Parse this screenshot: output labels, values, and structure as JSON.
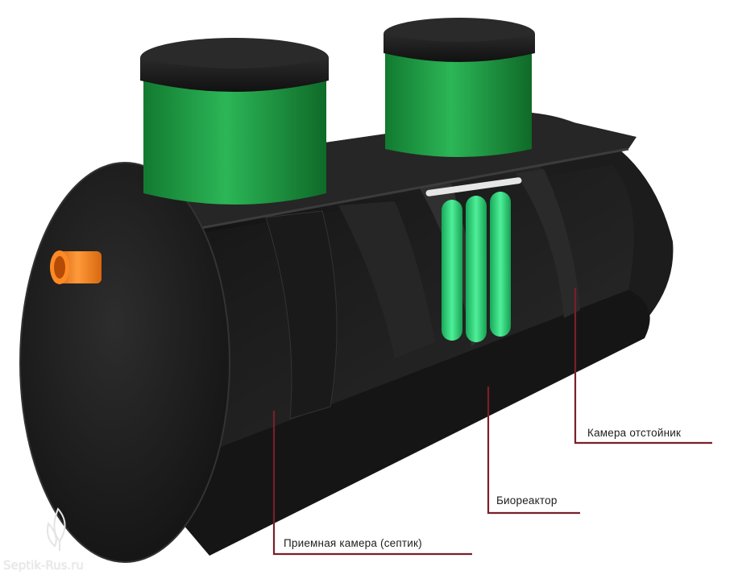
{
  "labels": {
    "settling_chamber": "Камера отстойник",
    "bioreactor": "Биореактор",
    "receiving_chamber": "Приемная камера (септик)"
  },
  "watermark": "Septik-Rus.ru",
  "colors": {
    "tank_body": "#1f1f1f",
    "neck_green": "#22a34a",
    "bio_media": "#2fd07a",
    "pipe_orange": "#ee7a1a",
    "leader_line": "#7a1f2a"
  }
}
